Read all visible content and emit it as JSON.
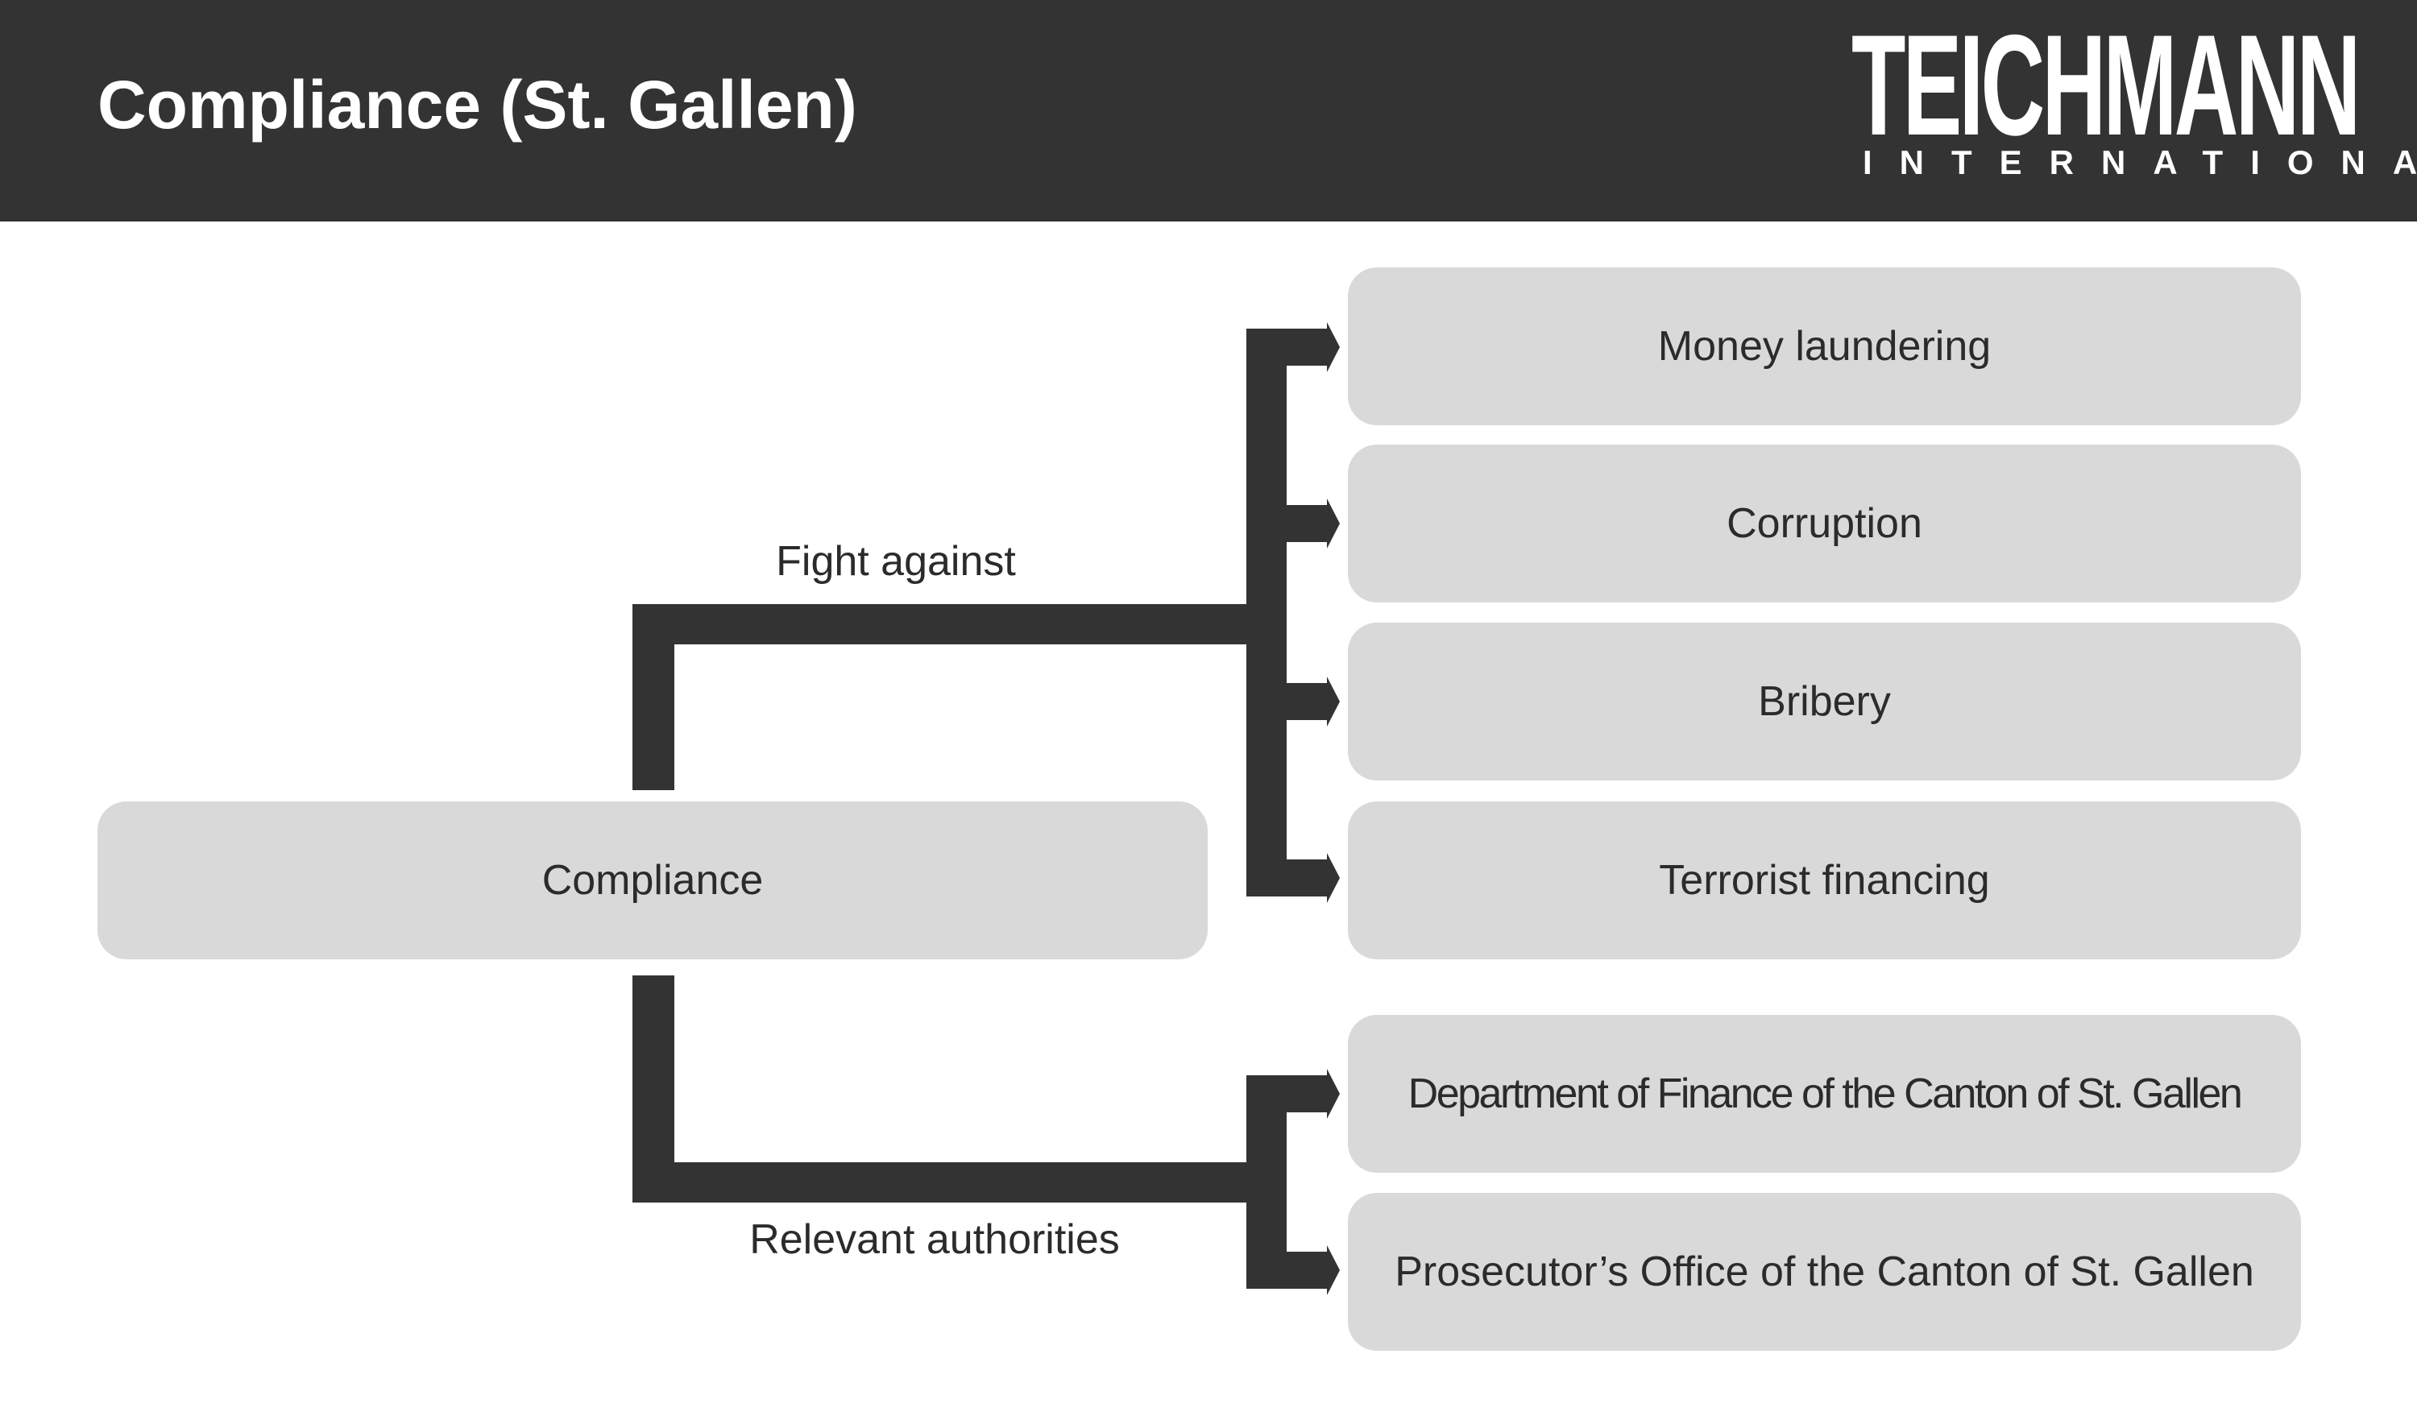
{
  "header": {
    "title": "Compliance (St. Gallen)",
    "logo_main": "TEICHMANN",
    "logo_sub": "INTERNATIONAL"
  },
  "diagram": {
    "root": "Compliance",
    "branches": [
      {
        "label": "Fight against",
        "children": [
          "Money laundering",
          "Corruption",
          "Bribery",
          "Terrorist financing"
        ]
      },
      {
        "label": "Relevant authorities",
        "children": [
          "Department of Finance of the Canton of St. Gallen",
          "Prosecutor’s Office of the Canton of St. Gallen"
        ]
      }
    ]
  },
  "colors": {
    "header_bg": "#333333",
    "node_bg": "#d9d9d9",
    "connector": "#333333",
    "text": "#2b2b2b"
  }
}
